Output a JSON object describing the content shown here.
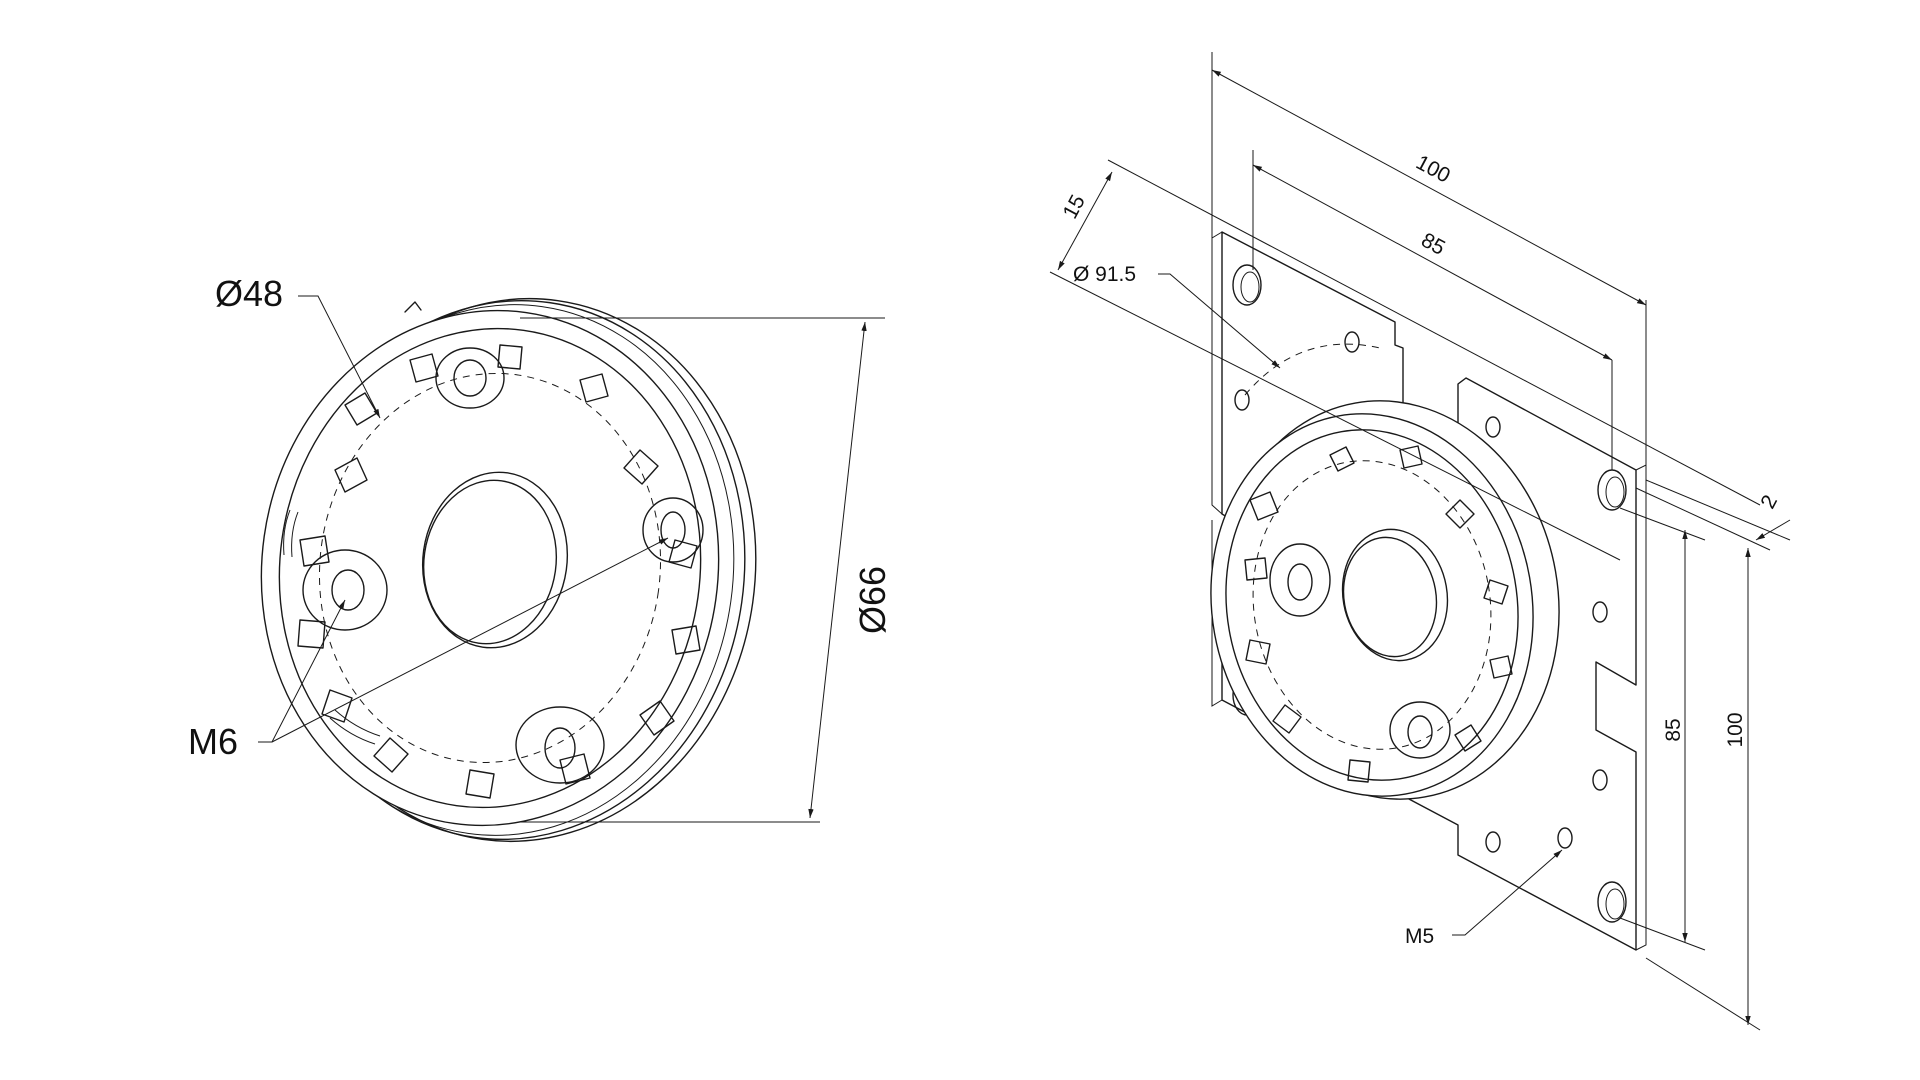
{
  "front_view": {
    "inner_diameter_label": "Ø48",
    "outer_diameter_label": "Ø66",
    "thread_label": "M6"
  },
  "plate_view": {
    "plate_width_label": "100",
    "hole_spacing_label": "85",
    "offset_label": "15",
    "bolt_circle_label": "Ø 91.5",
    "thickness_label": "2",
    "plate_height_label": "100",
    "hole_spacing_vertical_label": "85",
    "thread_label": "M5"
  }
}
